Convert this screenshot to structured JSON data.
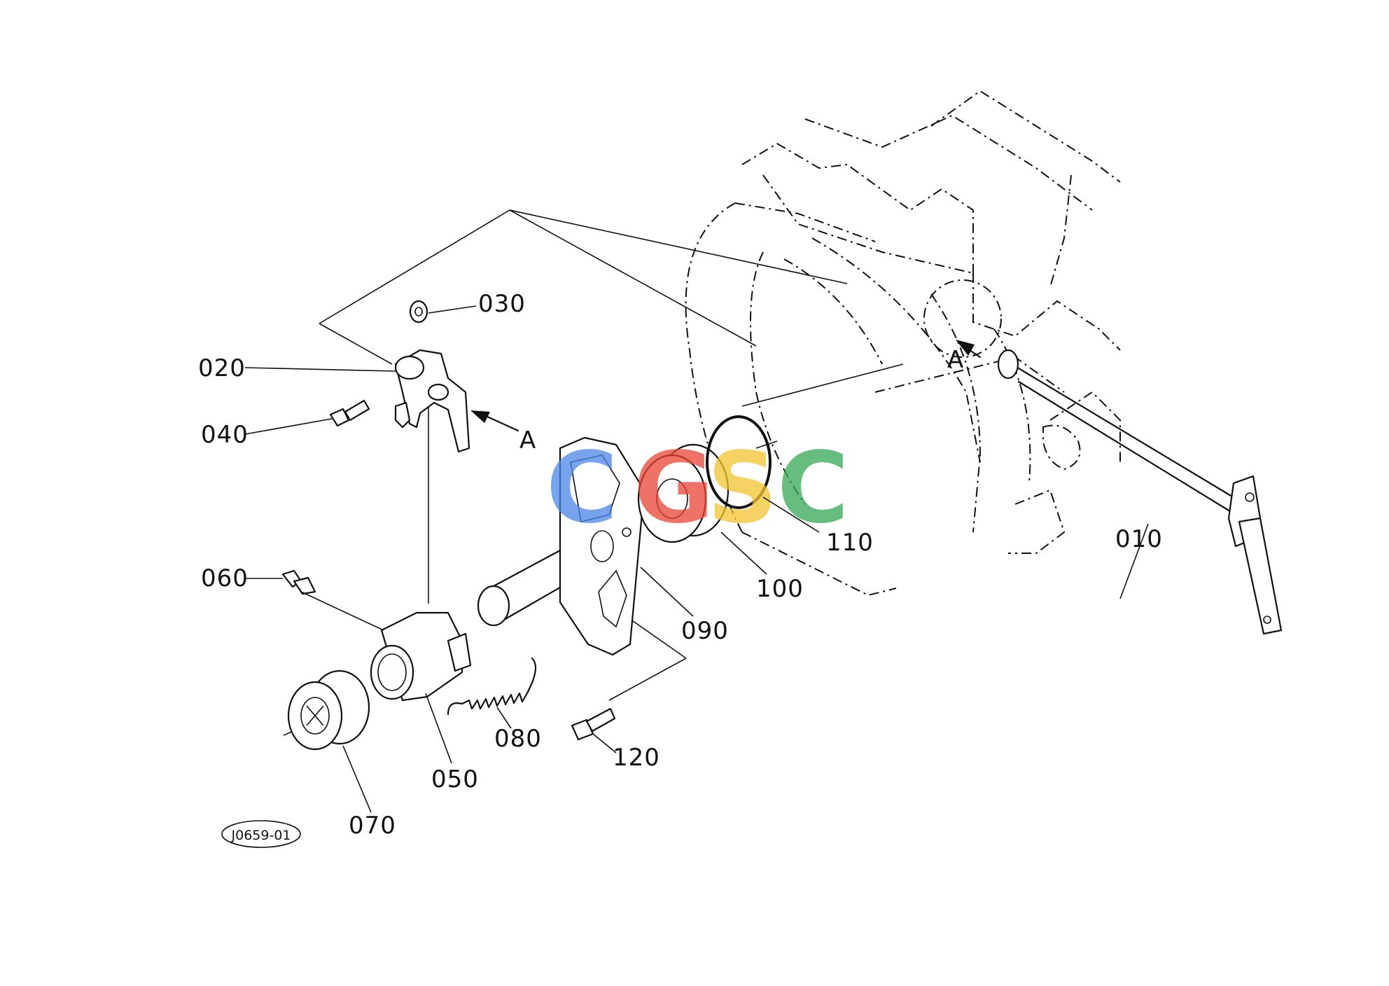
{
  "diagram_code": "J0659-01",
  "view_marker": "A",
  "watermark_letters": [
    "C",
    "G",
    "S",
    "C"
  ],
  "colors": {
    "line": "#111111",
    "watermark_blue": "#4a86e8",
    "watermark_red": "#ea4335",
    "watermark_yellow": "#f4c430",
    "watermark_green": "#34a853"
  },
  "parts": [
    {
      "label": "010"
    },
    {
      "label": "020"
    },
    {
      "label": "030"
    },
    {
      "label": "040"
    },
    {
      "label": "050"
    },
    {
      "label": "060"
    },
    {
      "label": "070"
    },
    {
      "label": "080"
    },
    {
      "label": "090"
    },
    {
      "label": "100"
    },
    {
      "label": "110"
    },
    {
      "label": "120"
    }
  ]
}
